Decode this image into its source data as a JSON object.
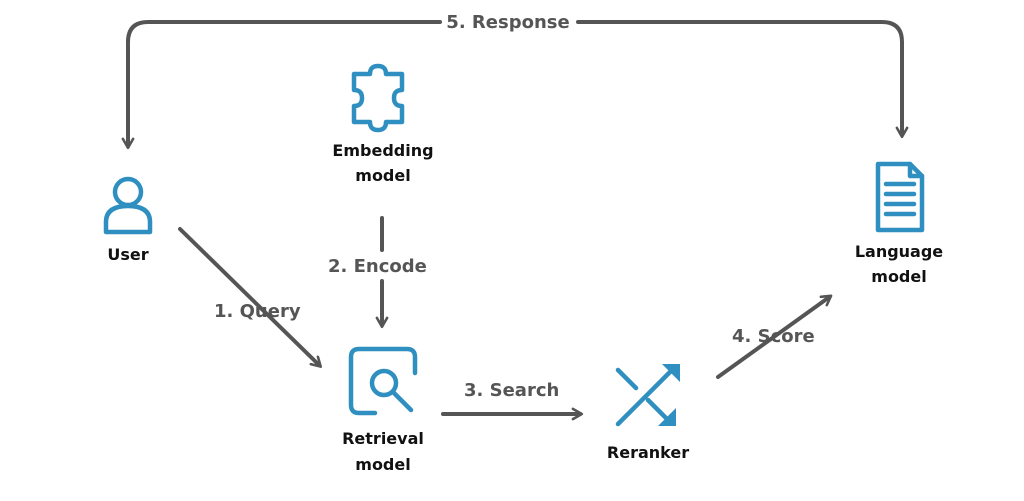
{
  "colors": {
    "icon": "#2f8fc0",
    "arrow": "#555555",
    "text": "#111111",
    "background": "#ffffff"
  },
  "nodes": {
    "user": {
      "line1": "User",
      "icon": "user-icon"
    },
    "embedding": {
      "line1": "Embedding",
      "line2": "model",
      "icon": "puzzle-piece-icon"
    },
    "retrieval": {
      "line1": "Retrieval",
      "line2": "model",
      "icon": "search-magnifier-icon"
    },
    "reranker": {
      "line1": "Reranker",
      "icon": "shuffle-icon"
    },
    "language": {
      "line1": "Language",
      "line2": "model",
      "icon": "document-icon"
    }
  },
  "edges": {
    "query": "1. Query",
    "encode": "2. Encode",
    "search": "3. Search",
    "score": "4. Score",
    "response": "5. Response"
  }
}
